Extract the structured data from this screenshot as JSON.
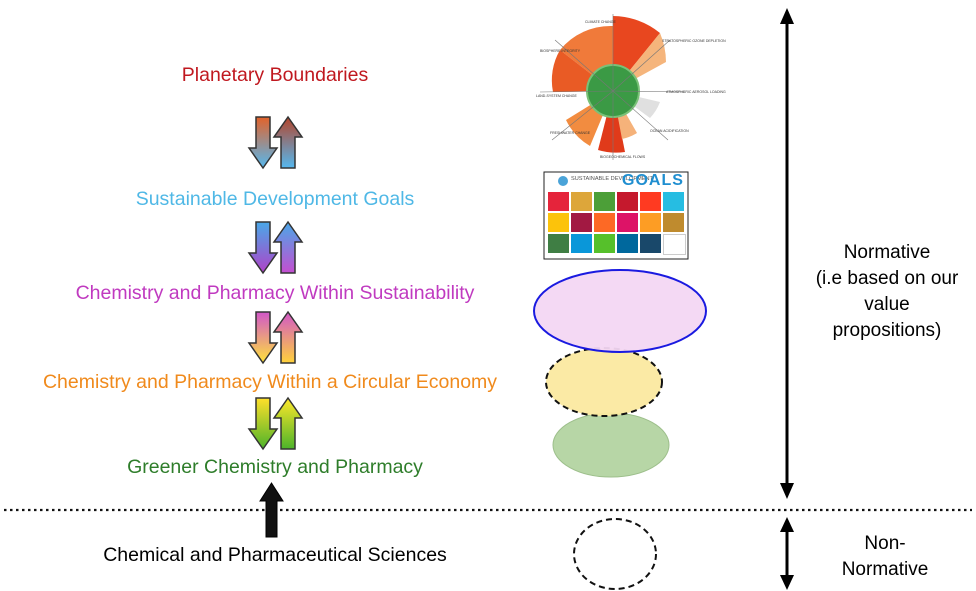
{
  "labels": {
    "planetary": "Planetary Boundaries",
    "sdg": "Sustainable Development Goals",
    "sustainability": "Chemistry and Pharmacy Within Sustainability",
    "circular": "Chemistry and Pharmacy Within a Circular Economy",
    "greener": "Greener Chemistry and Pharmacy",
    "sciences": "Chemical and Pharmaceutical Sciences"
  },
  "side": {
    "normative_line1": "Normative",
    "normative_line2": "(i.e based on our",
    "normative_line3": "value",
    "normative_line4": "propositions)",
    "nonnormative_line1": "Non-",
    "nonnormative_line2": "Normative"
  },
  "sdg_banner": {
    "title_small": "SUSTAINABLE DEVELOPMENT",
    "title_big": "GOALS"
  },
  "colors": {
    "planetary": "#c0181f",
    "sdg": "#4fb8e6",
    "sustainability": "#c03ac0",
    "circular": "#f08a1c",
    "greener": "#2e7d2a",
    "sciences": "#000000",
    "ellipse_pink": "#f3d7f3",
    "ellipse_blue_stroke": "#1a1ae0",
    "ellipse_yellow": "#fbe9a0",
    "ellipse_green": "#b7d6a6"
  },
  "sdg_tile_colors": [
    "#e5243b",
    "#dda63a",
    "#4c9f38",
    "#c5192d",
    "#ff3a21",
    "#26bde2",
    "#fcc30b",
    "#a21942",
    "#fd6925",
    "#dd1367",
    "#fd9d24",
    "#bf8b2e",
    "#3f7e44",
    "#0a97d9",
    "#56c02b",
    "#00689d",
    "#19486a",
    "#ffffff"
  ]
}
